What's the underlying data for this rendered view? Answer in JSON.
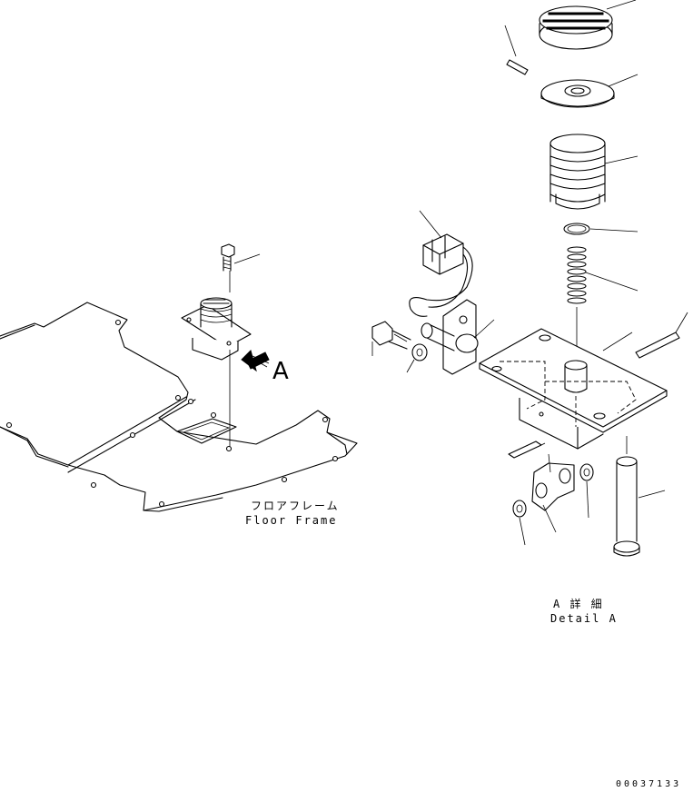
{
  "labels": {
    "floor_frame_jp": "フロアフレーム",
    "floor_frame_en": "Floor Frame",
    "view_marker": "A",
    "detail_jp": "A 詳 細",
    "detail_en": "Detail A",
    "drawing_number": "00037133"
  }
}
